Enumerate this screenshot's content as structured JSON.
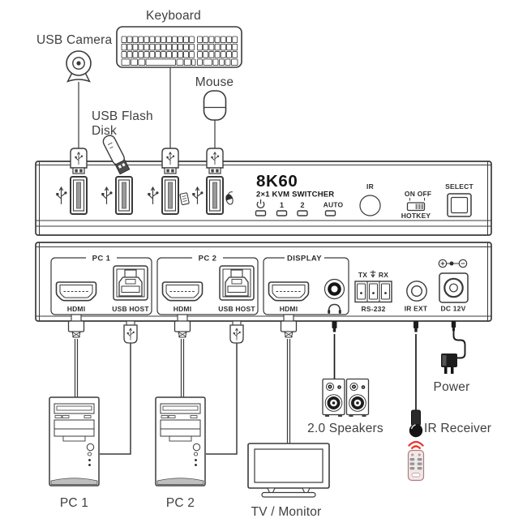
{
  "peripherals": {
    "camera": "USB Camera",
    "keyboard": "Keyboard",
    "mouse": "Mouse",
    "flash1": "USB Flash",
    "flash2": "Disk"
  },
  "front": {
    "model": "8K60",
    "subtitle": "2×1 KVM SWITCHER",
    "ch1": "1",
    "ch2": "2",
    "auto": "AUTO",
    "ir": "IR",
    "on": "ON",
    "off": "OFF",
    "hotkey": "HOTKEY",
    "select": "SELECT"
  },
  "back": {
    "pc1": "PC 1",
    "pc2": "PC 2",
    "display": "DISPLAY",
    "hdmi": "HDMI",
    "usb_host": "USB HOST",
    "tx": "TX",
    "rx": "RX",
    "rs232": "RS-232",
    "ir_ext": "IR EXT",
    "dc": "DC 12V"
  },
  "devices": {
    "pc1": "PC 1",
    "pc2": "PC 2",
    "tv": "TV / Monitor",
    "speakers": "2.0 Speakers",
    "ir_receiver": "IR Receiver",
    "power": "Power"
  },
  "icons": {
    "usb_plug": "usb-trident-icon",
    "usb_superspeed": "usb-ss-icon",
    "keyboard_mini": "keyboard-mini-icon",
    "mouse_mini": "mouse-mini-icon",
    "power_button": "power-icon",
    "headphone": "headphone-icon",
    "ground": "ground-icon",
    "dc_polarity": "dc-polarity-icon",
    "ir_signal": "ir-signal-arcs-icon"
  },
  "colors": {
    "line": "#3a3a3a",
    "accent_red": "#e8372e",
    "remote_fill": "#f3e7e7",
    "remote_stroke": "#a97f7f"
  }
}
